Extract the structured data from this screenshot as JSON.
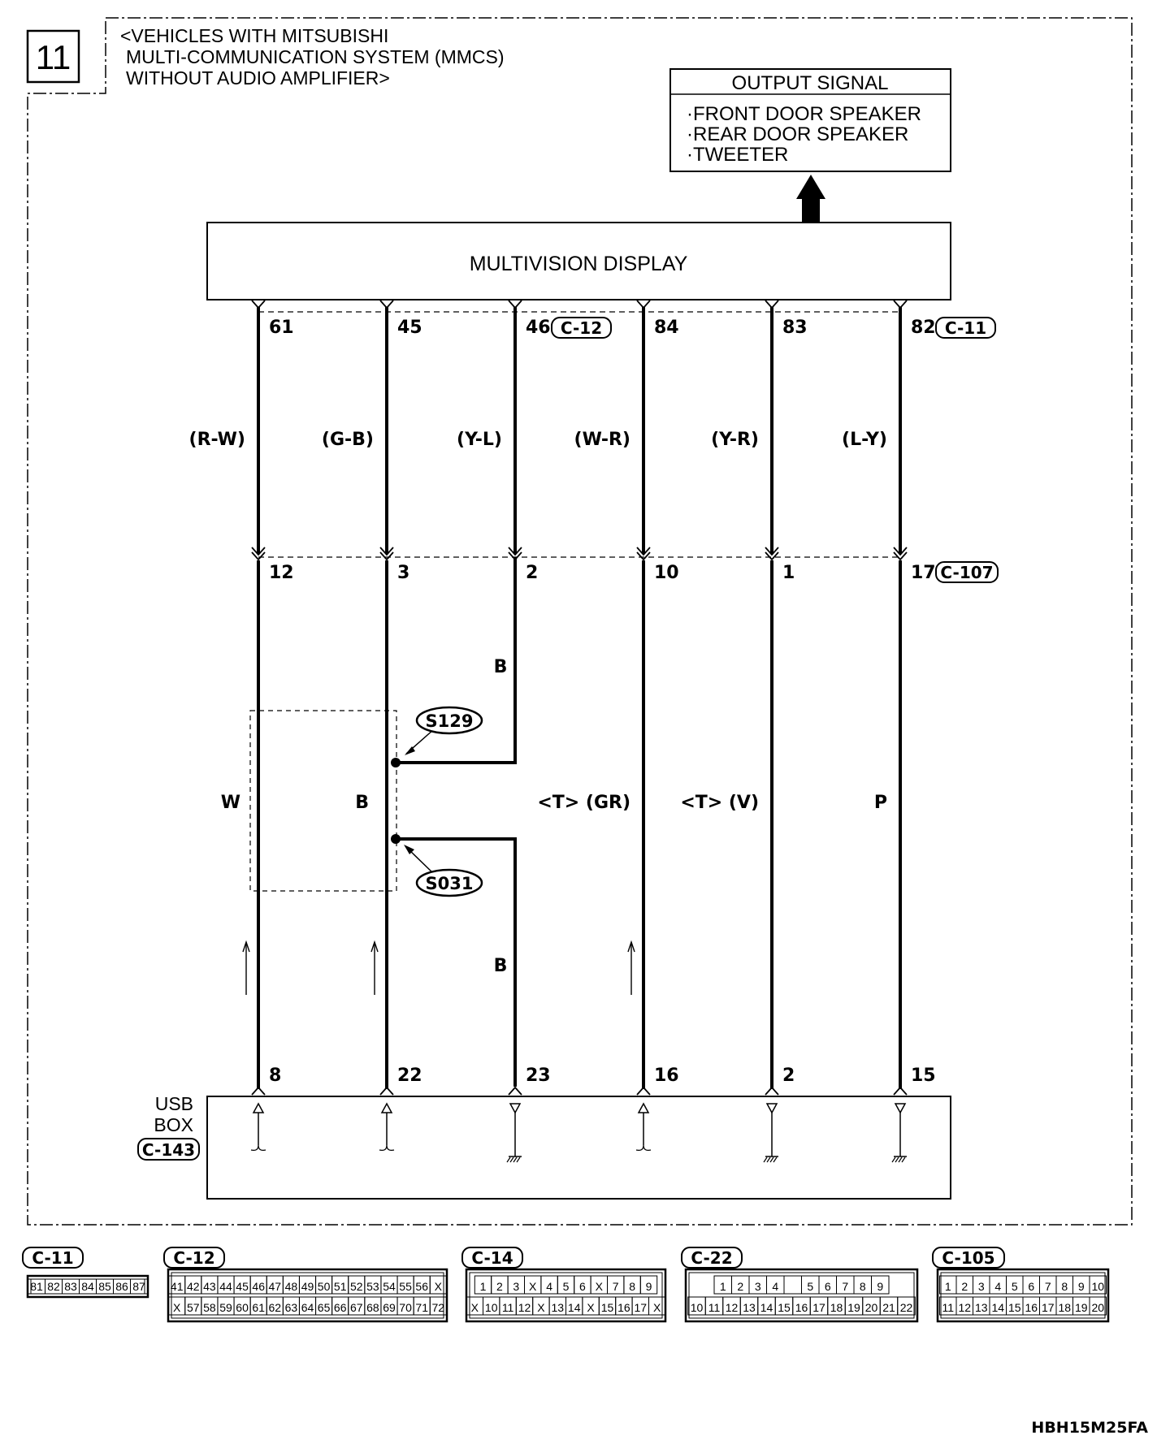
{
  "page_number": "11",
  "header_lines": [
    "<VEHICLES WITH MITSUBISHI",
    "MULTI-COMMUNICATION SYSTEM (MMCS)",
    "WITHOUT AUDIO AMPLIFIER>"
  ],
  "output_signal": {
    "title": "OUTPUT SIGNAL",
    "items": [
      "·FRONT DOOR SPEAKER",
      "·REAR DOOR SPEAKER",
      "·TWEETER"
    ]
  },
  "display": {
    "label": "MULTIVISION DISPLAY"
  },
  "top_connectors": [
    {
      "after_wire": 2,
      "label": "C-12"
    },
    {
      "after_wire": 5,
      "label": "C-11"
    }
  ],
  "mid_connector": {
    "label": "C-107"
  },
  "wires": [
    {
      "top_pin": "61",
      "color_upper": "(R-W)",
      "mid_pin": "12",
      "color_lower": "W",
      "bottom_pin": "8",
      "flow_arrow": true,
      "box_symbol": "input"
    },
    {
      "top_pin": "45",
      "color_upper": "(G-B)",
      "mid_pin": "3",
      "color_lower": "B",
      "bottom_pin": "22",
      "flow_arrow": true,
      "box_symbol": "input"
    },
    {
      "top_pin": "46",
      "color_upper": "(Y-L)",
      "mid_pin": "2",
      "color_lower": "B",
      "bottom_pin": "23",
      "flow_arrow": false,
      "box_symbol": "ground"
    },
    {
      "top_pin": "84",
      "color_upper": "(W-R)",
      "mid_pin": "10",
      "color_lower": "<T> (GR)",
      "bottom_pin": "16",
      "flow_arrow": true,
      "box_symbol": "input"
    },
    {
      "top_pin": "83",
      "color_upper": "(Y-R)",
      "mid_pin": "1",
      "color_lower": "<T> (V)",
      "bottom_pin": "2",
      "flow_arrow": false,
      "box_symbol": "ground"
    },
    {
      "top_pin": "82",
      "color_upper": "(L-Y)",
      "mid_pin": "17",
      "color_lower": "P",
      "bottom_pin": "15",
      "flow_arrow": false,
      "box_symbol": "ground"
    }
  ],
  "splices": [
    {
      "label": "S129"
    },
    {
      "label": "S031"
    }
  ],
  "splice_wire_color": "B",
  "usb_box": {
    "line1": "USB",
    "line2": "BOX",
    "connector": "C-143"
  },
  "connectors_bottom": [
    {
      "label": "C-11",
      "rows": [
        [
          "81",
          "82",
          "83",
          "84",
          "85",
          "86",
          "87"
        ]
      ]
    },
    {
      "label": "C-12",
      "rows": [
        [
          "41",
          "42",
          "43",
          "44",
          "45",
          "46",
          "47",
          "48",
          "49",
          "50",
          "51",
          "52",
          "53",
          "54",
          "55",
          "56",
          "X"
        ],
        [
          "X",
          "57",
          "58",
          "59",
          "60",
          "61",
          "62",
          "63",
          "64",
          "65",
          "66",
          "67",
          "68",
          "69",
          "70",
          "71",
          "72"
        ]
      ]
    },
    {
      "label": "C-14",
      "rows": [
        [
          "1",
          "2",
          "3",
          "X",
          "4",
          "5",
          "6",
          "X",
          "7",
          "8",
          "9"
        ],
        [
          "X",
          "10",
          "11",
          "12",
          "X",
          "13",
          "14",
          "X",
          "15",
          "16",
          "17",
          "X"
        ]
      ]
    },
    {
      "label": "C-22",
      "rows": [
        [
          "1",
          "2",
          "3",
          "4",
          "",
          "5",
          "6",
          "7",
          "8",
          "9"
        ],
        [
          "10",
          "11",
          "12",
          "13",
          "14",
          "15",
          "16",
          "17",
          "18",
          "19",
          "20",
          "21",
          "22"
        ]
      ]
    },
    {
      "label": "C-105",
      "rows": [
        [
          "1",
          "2",
          "3",
          "4",
          "5",
          "6",
          "7",
          "8",
          "9",
          "10"
        ],
        [
          "11",
          "12",
          "13",
          "14",
          "15",
          "16",
          "17",
          "18",
          "19",
          "20"
        ]
      ]
    }
  ],
  "figure_code": "HBH15M25FA"
}
